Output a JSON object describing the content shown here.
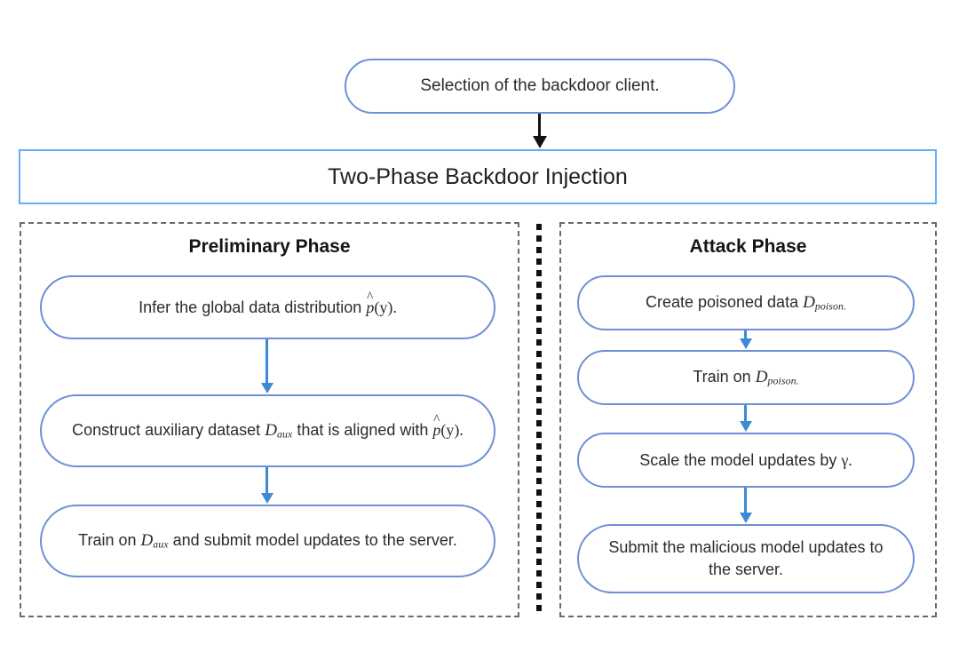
{
  "figure": {
    "top_node": {
      "label": "Selection of the backdoor client."
    },
    "banner": {
      "label": "Two-Phase Backdoor Injection"
    },
    "phases": [
      {
        "id": "preliminary",
        "title": "Preliminary Phase",
        "steps": [
          {
            "id": "infer-distribution",
            "text_plain": "Infer the global data distribution p̂(y).",
            "segments": [
              {
                "type": "text",
                "value": "Infer the global data distribution "
              },
              {
                "type": "math-hat",
                "value": "p"
              },
              {
                "type": "math-upright",
                "value": "(y)."
              }
            ]
          },
          {
            "id": "construct-auxiliary-dataset",
            "text_plain": "Construct auxiliary dataset D_aux that is aligned with p̂(y).",
            "segments": [
              {
                "type": "text",
                "value": "Construct auxiliary dataset "
              },
              {
                "type": "math-sub",
                "value": "D",
                "sub": "aux"
              },
              {
                "type": "text",
                "value": " that is aligned with "
              },
              {
                "type": "math-hat",
                "value": "p"
              },
              {
                "type": "math-upright",
                "value": "(y)."
              }
            ]
          },
          {
            "id": "train-on-aux",
            "text_plain": "Train on D_aux and submit model updates to the server.",
            "segments": [
              {
                "type": "text",
                "value": "Train on "
              },
              {
                "type": "math-sub",
                "value": "D",
                "sub": "aux"
              },
              {
                "type": "text",
                "value": " and submit model updates to the server."
              }
            ]
          }
        ]
      },
      {
        "id": "attack",
        "title": "Attack Phase",
        "steps": [
          {
            "id": "create-poisoned-data",
            "text_plain": "Create poisoned data D_poison.",
            "segments": [
              {
                "type": "text",
                "value": "Create poisoned data "
              },
              {
                "type": "math-sub",
                "value": "D",
                "sub": "poison."
              }
            ]
          },
          {
            "id": "train-on-poison",
            "text_plain": "Train on D_poison.",
            "segments": [
              {
                "type": "text",
                "value": "Train on "
              },
              {
                "type": "math-sub",
                "value": "D",
                "sub": "poison."
              }
            ]
          },
          {
            "id": "scale-model-updates",
            "text_plain": "Scale the model updates by γ.",
            "segments": [
              {
                "type": "text",
                "value": "Scale the model updates by "
              },
              {
                "type": "math-upright",
                "value": "γ."
              }
            ]
          },
          {
            "id": "submit-malicious-updates",
            "text_plain": "Submit the malicious model updates to the server.",
            "segments": [
              {
                "type": "text",
                "value": "Submit the malicious model updates to the server."
              }
            ]
          }
        ]
      }
    ],
    "connectors": [
      {
        "id": "top-to-banner",
        "color": "#121212",
        "direction": "down"
      },
      {
        "id": "prelim-step1-to-step2",
        "color": "#3d8ad4",
        "direction": "down"
      },
      {
        "id": "prelim-step2-to-step3",
        "color": "#3d8ad4",
        "direction": "down"
      },
      {
        "id": "attack-step1-to-step2",
        "color": "#3d8ad4",
        "direction": "down"
      },
      {
        "id": "attack-step2-to-step3",
        "color": "#3d8ad4",
        "direction": "down"
      },
      {
        "id": "attack-step3-to-step4",
        "color": "#3d8ad4",
        "direction": "down"
      }
    ],
    "colors": {
      "node_border": "#6d90d6",
      "banner_border": "#62b0fb",
      "panel_border": "#6b6b6b",
      "divider": "#111111",
      "arrow_blue": "#3d8ad4",
      "arrow_black": "#121212",
      "background": "#ffffff",
      "text": "#1a1a1a"
    }
  }
}
